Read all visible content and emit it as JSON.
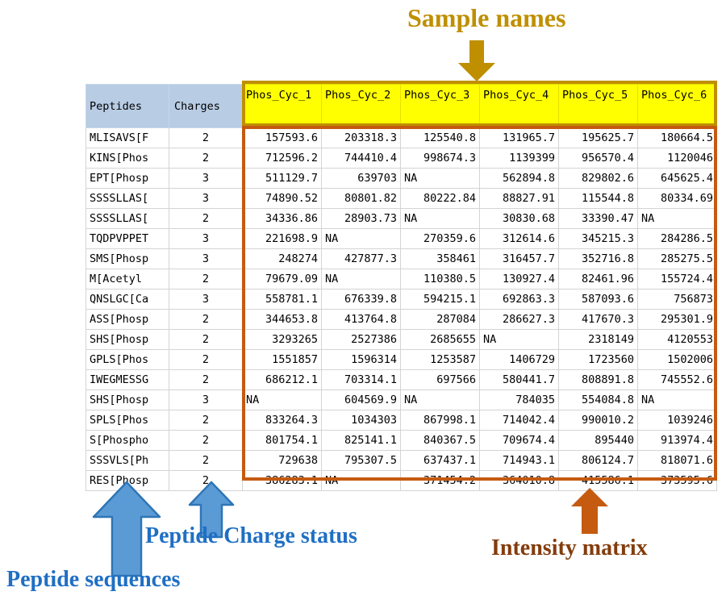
{
  "annotations": {
    "sample_names": "Sample names",
    "peptide_charge": "Peptide Charge status",
    "peptide_sequences": "Peptide sequences",
    "intensity_matrix": "Intensity matrix"
  },
  "colors": {
    "sample_box_border": "#bf8f00",
    "sample_header_fill": "#ffff00",
    "matrix_box_border": "#c55a11",
    "left_header_fill": "#b8cce4",
    "blue_arrow": "#5b9bd5",
    "blue_text": "#1f6fc4",
    "orange_arrow": "#c55a11",
    "brown_text": "#843c0c"
  },
  "table": {
    "headers": {
      "peptides": "Peptides",
      "charges": "Charges",
      "samples": [
        "Phos_Cyc_1",
        "Phos_Cyc_2",
        "Phos_Cyc_3",
        "Phos_Cyc_4",
        "Phos_Cyc_5",
        "Phos_Cyc_6"
      ]
    },
    "rows": [
      {
        "peptide": "MLISAVS[F",
        "charge": "2",
        "values": [
          "157593.6",
          "203318.3",
          "125540.8",
          "131965.7",
          "195625.7",
          "180664.5"
        ]
      },
      {
        "peptide": "KINS[Phos",
        "charge": "2",
        "values": [
          "712596.2",
          "744410.4",
          "998674.3",
          "1139399",
          "956570.4",
          "1120046"
        ]
      },
      {
        "peptide": "EPT[Phosp",
        "charge": "3",
        "values": [
          "511129.7",
          "639703",
          "NA",
          "562894.8",
          "829802.6",
          "645625.4"
        ]
      },
      {
        "peptide": "SSSSLLAS[",
        "charge": "3",
        "values": [
          "74890.52",
          "80801.82",
          "80222.84",
          "88827.91",
          "115544.8",
          "80334.69"
        ]
      },
      {
        "peptide": "SSSSLLAS[",
        "charge": "2",
        "values": [
          "34336.86",
          "28903.73",
          "NA",
          "30830.68",
          "33390.47",
          "NA"
        ]
      },
      {
        "peptide": "TQDPVPPET",
        "charge": "3",
        "values": [
          "221698.9",
          "NA",
          "270359.6",
          "312614.6",
          "345215.3",
          "284286.5"
        ]
      },
      {
        "peptide": "SMS[Phosp",
        "charge": "3",
        "values": [
          "248274",
          "427877.3",
          "358461",
          "316457.7",
          "352716.8",
          "285275.5"
        ]
      },
      {
        "peptide": "M[Acetyl",
        "charge": "2",
        "values": [
          "79679.09",
          "NA",
          "110380.5",
          "130927.4",
          "82461.96",
          "155724.4"
        ]
      },
      {
        "peptide": "QNSLGC[Ca",
        "charge": "3",
        "values": [
          "558781.1",
          "676339.8",
          "594215.1",
          "692863.3",
          "587093.6",
          "756873"
        ]
      },
      {
        "peptide": "ASS[Phosp",
        "charge": "2",
        "values": [
          "344653.8",
          "413764.8",
          "287084",
          "286627.3",
          "417670.3",
          "295301.9"
        ]
      },
      {
        "peptide": "SHS[Phosp",
        "charge": "2",
        "values": [
          "3293265",
          "2527386",
          "2685655",
          "NA",
          "2318149",
          "4120553"
        ]
      },
      {
        "peptide": "GPLS[Phos",
        "charge": "2",
        "values": [
          "1551857",
          "1596314",
          "1253587",
          "1406729",
          "1723560",
          "1502006"
        ]
      },
      {
        "peptide": "IWEGMESSG",
        "charge": "2",
        "values": [
          "686212.1",
          "703314.1",
          "697566",
          "580441.7",
          "808891.8",
          "745552.6"
        ]
      },
      {
        "peptide": "SHS[Phosp",
        "charge": "3",
        "values": [
          "NA",
          "604569.9",
          "NA",
          "784035",
          "554084.8",
          "NA"
        ]
      },
      {
        "peptide": "SPLS[Phos",
        "charge": "2",
        "values": [
          "833264.3",
          "1034303",
          "867998.1",
          "714042.4",
          "990010.2",
          "1039246"
        ]
      },
      {
        "peptide": "S[Phospho",
        "charge": "2",
        "values": [
          "801754.1",
          "825141.1",
          "840367.5",
          "709674.4",
          "895440",
          "913974.4"
        ]
      },
      {
        "peptide": "SSSVLS[Ph",
        "charge": "2",
        "values": [
          "729638",
          "795307.5",
          "637437.1",
          "714943.1",
          "806124.7",
          "818071.6"
        ]
      },
      {
        "peptide": "RES[Phosp",
        "charge": "2",
        "values": [
          "386283.1",
          "NA",
          "371454.2",
          "364010.8",
          "415586.1",
          "373595.6"
        ]
      }
    ]
  }
}
